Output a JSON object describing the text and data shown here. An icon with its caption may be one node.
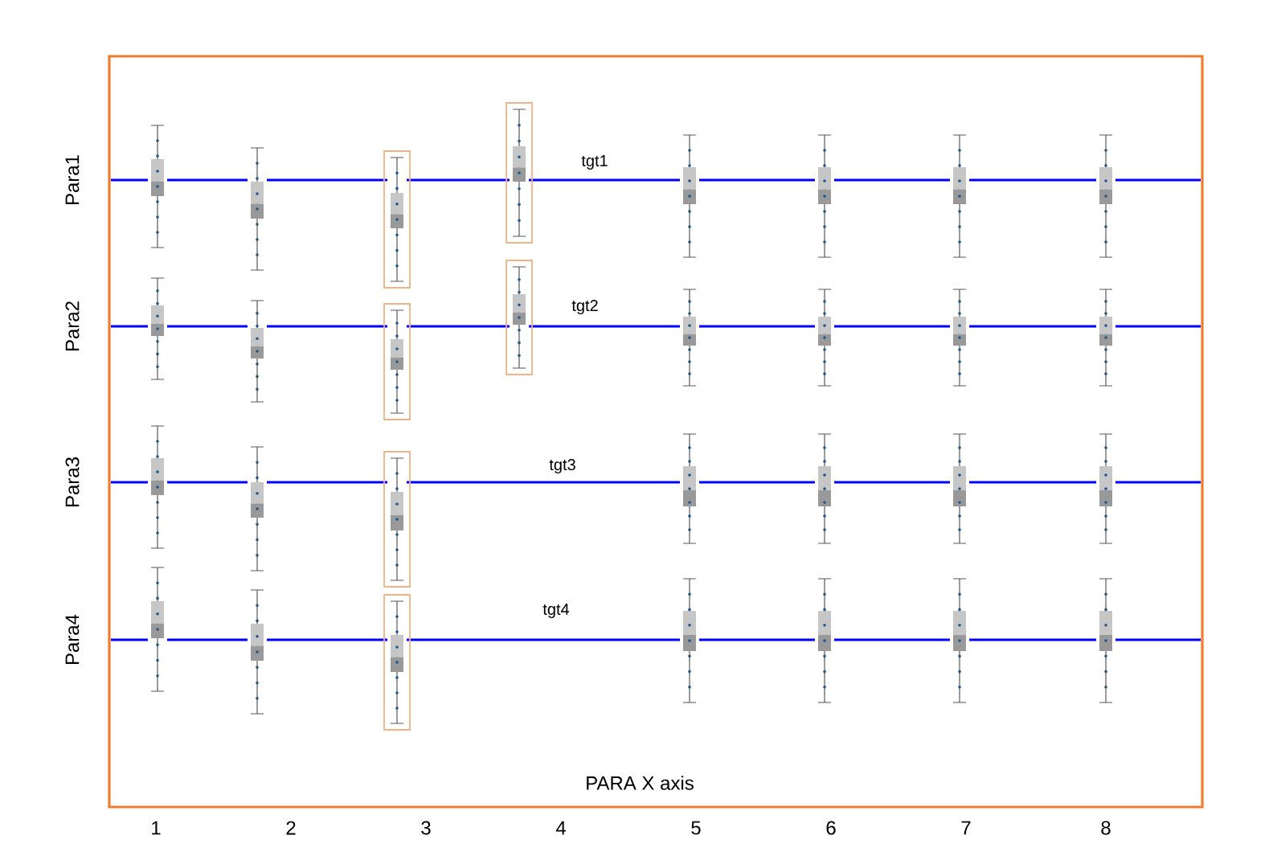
{
  "diagram": {
    "labels": [
      "Para1",
      "Para2",
      "Para3",
      "Para4",
      "tgt1",
      "tgt2",
      "tgt3",
      "tgt4",
      "PARA X axis",
      "1",
      "2",
      "3",
      "4",
      "5",
      "6",
      "7",
      "8"
    ]
  }
}
